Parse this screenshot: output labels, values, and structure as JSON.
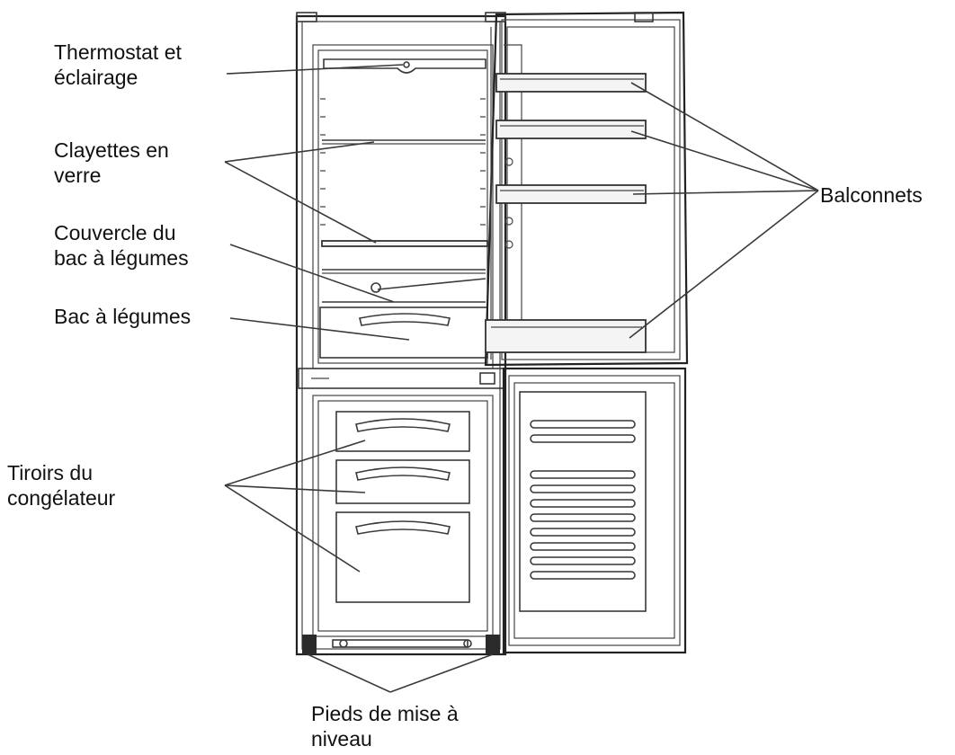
{
  "labels": {
    "thermostat": [
      "Thermostat et",
      "éclairage"
    ],
    "clayettes": [
      "Clayettes en",
      "verre"
    ],
    "couvercle": [
      "Couvercle du",
      "bac à légumes"
    ],
    "bac": [
      "Bac à légumes"
    ],
    "tiroirs": [
      "Tiroirs du",
      "congélateur"
    ],
    "pieds": [
      "Pieds de mise à",
      "niveau"
    ],
    "balconnets": [
      "Balconnets"
    ]
  },
  "colors": {
    "line": "#3a3a3a",
    "text": "#111111"
  }
}
